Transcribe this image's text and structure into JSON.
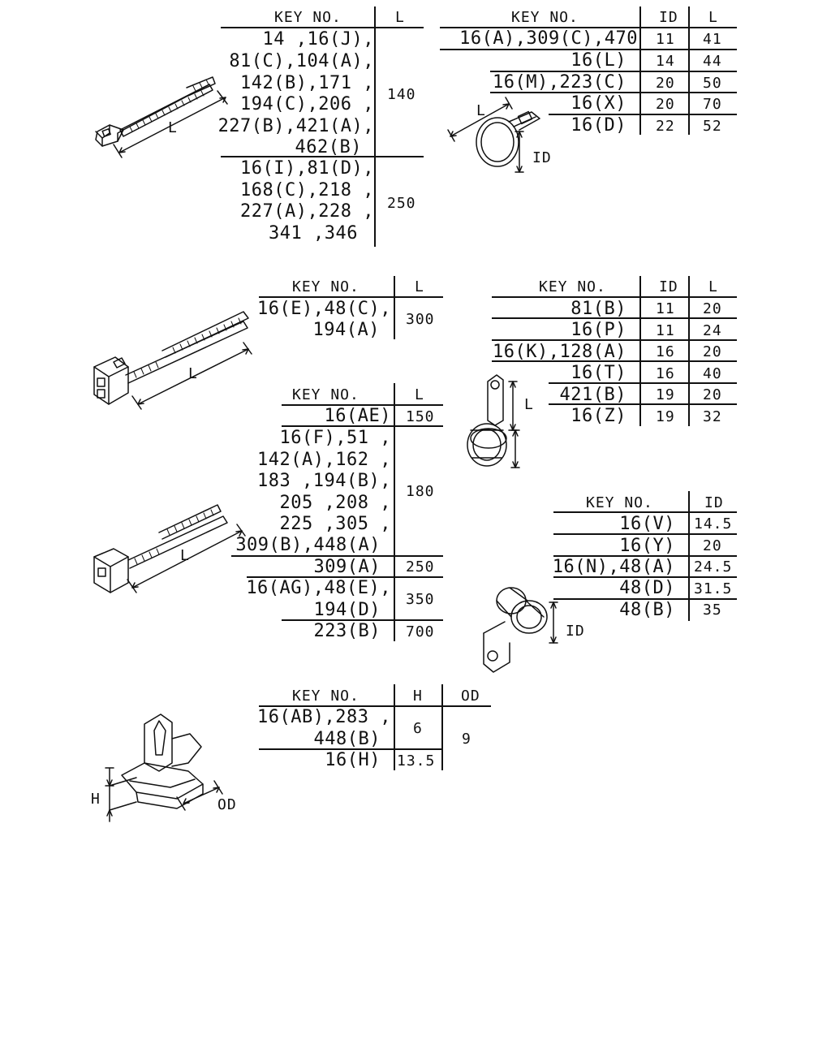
{
  "table_cable_tie_140_250": {
    "header_key": "KEY NO.",
    "header_l": "L",
    "rows": [
      {
        "keys": [
          "14 ,16(J),",
          "81(C),104(A),",
          "142(B),171 ,",
          "194(C),206 ,",
          "227(B),421(A),",
          "462(B)"
        ],
        "l": "140"
      },
      {
        "keys": [
          "16(I),81(D),",
          "168(C),218 ,",
          "227(A),228 ,",
          "341 ,346"
        ],
        "l": "250"
      }
    ]
  },
  "table_clamp_round": {
    "header_key": "KEY NO.",
    "header_id": "ID",
    "header_l": "L",
    "rows": [
      {
        "key": "16(A),309(C),470",
        "id": "11",
        "l": "41"
      },
      {
        "key": "16(L)",
        "id": "14",
        "l": "44"
      },
      {
        "key": "16(M),223(C)",
        "id": "20",
        "l": "50"
      },
      {
        "key": "16(X)",
        "id": "20",
        "l": "70"
      },
      {
        "key": "16(D)",
        "id": "22",
        "l": "52"
      }
    ]
  },
  "table_tie_300": {
    "header_key": "KEY NO.",
    "header_l": "L",
    "rows": [
      {
        "keys": [
          "16(E),48(C),",
          "194(A)"
        ],
        "l": "300"
      }
    ]
  },
  "table_clip_id_l": {
    "header_key": "KEY NO.",
    "header_id": "ID",
    "header_l": "L",
    "rows": [
      {
        "key": "81(B)",
        "id": "11",
        "l": "20"
      },
      {
        "key": "16(P)",
        "id": "11",
        "l": "24"
      },
      {
        "key": "16(K),128(A)",
        "id": "16",
        "l": "20"
      },
      {
        "key": "16(T)",
        "id": "16",
        "l": "40"
      },
      {
        "key": "421(B)",
        "id": "19",
        "l": "20"
      },
      {
        "key": "16(Z)",
        "id": "19",
        "l": "32"
      }
    ]
  },
  "table_tie_150_700": {
    "header_key": "KEY NO.",
    "header_l": "L",
    "rows": [
      {
        "keys": [
          "16(AE)"
        ],
        "l": "150"
      },
      {
        "keys": [
          "16(F),51 ,",
          "142(A),162 ,",
          "183 ,194(B),",
          "205 ,208 ,",
          "225 ,305 ,",
          "309(B),448(A)"
        ],
        "l": "180"
      },
      {
        "keys": [
          "309(A)"
        ],
        "l": "250"
      },
      {
        "keys": [
          "16(AG),48(E),",
          "194(D)"
        ],
        "l": "350"
      },
      {
        "keys": [
          "223(B)"
        ],
        "l": "700"
      }
    ]
  },
  "table_clamp_id": {
    "header_key": "KEY NO.",
    "header_id": "ID",
    "rows": [
      {
        "key": "16(V)",
        "id": "14.5"
      },
      {
        "key": "16(Y)",
        "id": "20"
      },
      {
        "key": "16(N),48(A)",
        "id": "24.5"
      },
      {
        "key": "48(D)",
        "id": "31.5"
      },
      {
        "key": "48(B)",
        "id": "35"
      }
    ]
  },
  "table_clip_h_od": {
    "header_key": "KEY NO.",
    "header_h": "H",
    "header_od": "OD",
    "rows": [
      {
        "keys": [
          "16(AB),283 ,",
          "448(B)"
        ],
        "h": "6"
      },
      {
        "keys": [
          "16(H)"
        ],
        "h": "13.5"
      }
    ],
    "od": "9"
  },
  "dimension_labels": {
    "tie1_l": "L",
    "clamp1_l": "L",
    "clamp1_id": "ID",
    "tie2_l": "L",
    "clip1_l": "L",
    "tie3_l": "L",
    "clamp2_id": "ID",
    "clip2_h": "H",
    "clip2_od": "OD"
  }
}
